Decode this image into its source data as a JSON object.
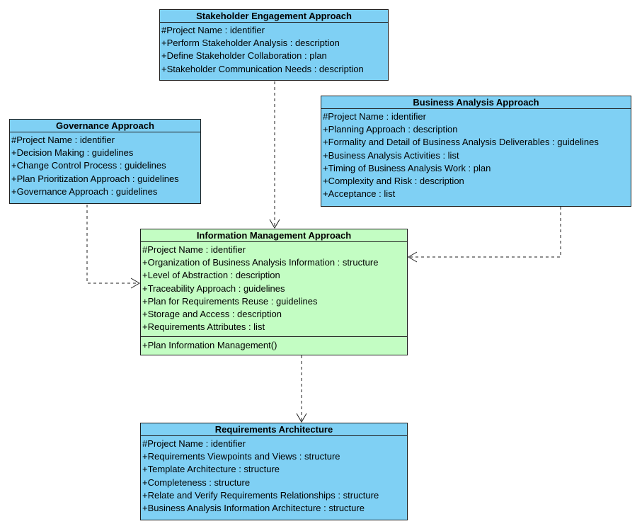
{
  "classes": {
    "stakeholder": {
      "title": "Stakeholder Engagement Approach",
      "attributes": [
        "#Project Name : identifier",
        "+Perform Stakeholder Analysis : description",
        "+Define Stakeholder Collaboration : plan",
        "+Stakeholder Communication Needs : description"
      ]
    },
    "governance": {
      "title": "Governance Approach",
      "attributes": [
        "#Project Name : identifier",
        "+Decision Making : guidelines",
        "+Change Control Process : guidelines",
        "+Plan Prioritization Approach : guidelines",
        "+Governance Approach : guidelines"
      ]
    },
    "business_analysis": {
      "title": "Business Analysis Approach",
      "attributes": [
        "#Project Name : identifier",
        "+Planning Approach : description",
        "+Formality and Detail of Business Analysis Deliverables : guidelines",
        "+Business Analysis Activities : list",
        "+Timing of Business Analysis Work : plan",
        "+Complexity and Risk : description",
        "+Acceptance : list"
      ]
    },
    "information_management": {
      "title": "Information Management Approach",
      "attributes": [
        "#Project Name : identifier",
        "+Organization of Business Analysis Information : structure",
        "+Level of Abstraction : description",
        "+Traceability Approach : guidelines",
        "+Plan for Requirements Reuse : guidelines",
        "+Storage and Access : description",
        "+Requirements Attributes : list"
      ],
      "operations": [
        "+Plan Information Management()"
      ]
    },
    "requirements_architecture": {
      "title": "Requirements Architecture",
      "attributes": [
        "#Project Name : identifier",
        "+Requirements Viewpoints and Views : structure",
        "+Template Architecture : structure",
        "+Completeness : structure",
        "+Relate and Verify Requirements Relationships : structure",
        "+Business Analysis Information Architecture : structure"
      ]
    }
  },
  "colors": {
    "class_fill": "#7fd0f4",
    "highlight_fill": "#c3fdc3",
    "line": "#1e1e1e"
  }
}
